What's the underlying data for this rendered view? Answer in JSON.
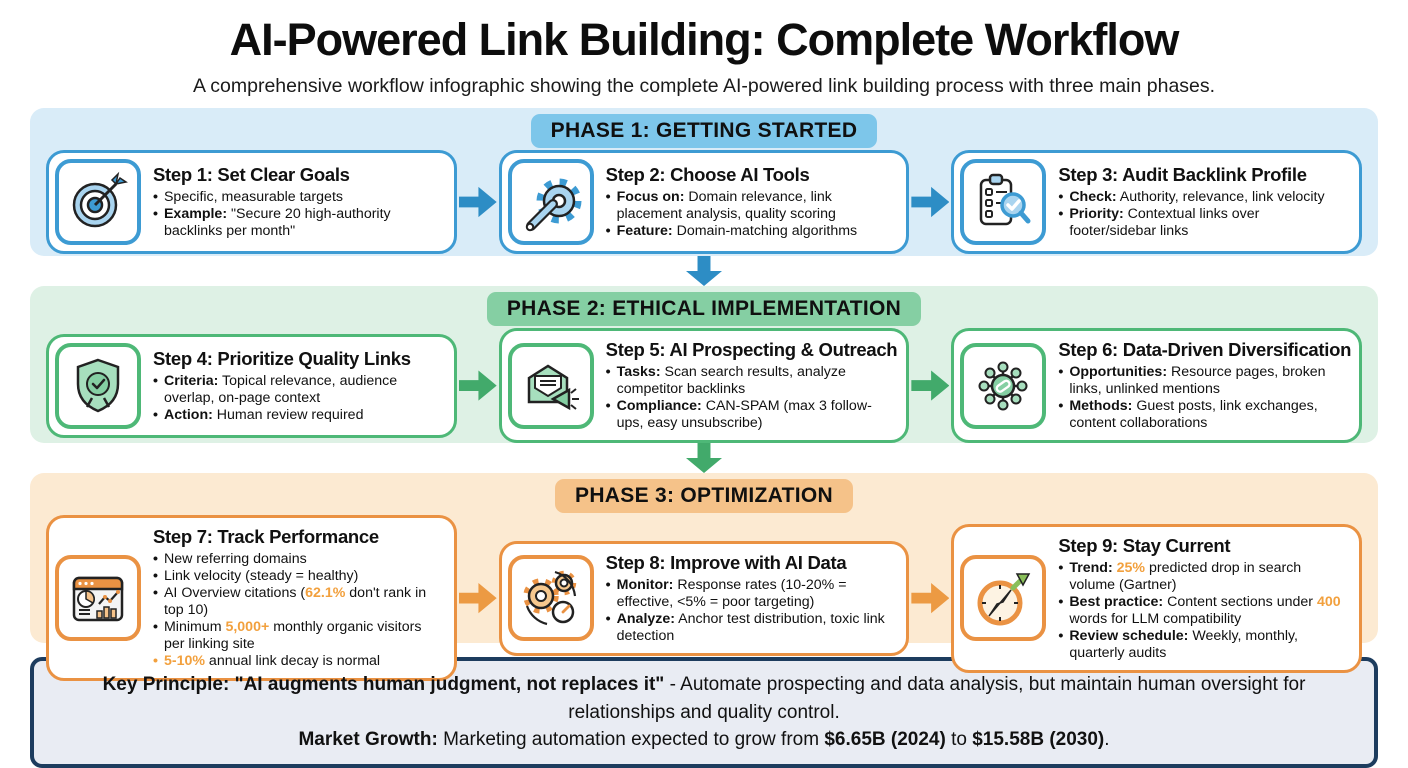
{
  "title": "AI-Powered Link Building: Complete Workflow",
  "subtitle": "A comprehensive workflow infographic showing the complete AI-powered link building process with three main phases.",
  "accent_color": "#f2a03d",
  "key_box": {
    "border_color": "#1d3c5e",
    "bg_color": "#e9ecf3",
    "lines": [
      {
        "segments": [
          {
            "t": "Key Principle: \"AI augments human judgment, not replaces it\"",
            "b": true
          },
          {
            "t": " - Automate prospecting and data analysis, but maintain human oversight for relationships and quality control."
          }
        ]
      },
      {
        "segments": [
          {
            "t": "Market Growth:",
            "b": true
          },
          {
            "t": " Marketing automation expected to grow from "
          },
          {
            "t": "$6.65B (2024)",
            "b": true
          },
          {
            "t": " to "
          },
          {
            "t": "$15.58B (2030)",
            "b": true
          },
          {
            "t": "."
          }
        ]
      }
    ]
  },
  "phases": [
    {
      "label": "PHASE 1: GETTING STARTED",
      "colors": {
        "band": "#d9ecf8",
        "pill": "#7dc6ea",
        "border": "#3d9bd3",
        "arrow": "#2d8dc5",
        "icon_light": "#a9d4ef"
      },
      "steps": [
        {
          "title": "Step 1: Set Clear Goals",
          "icon": "target-icon",
          "bullets": [
            {
              "segments": [
                {
                  "t": "Specific, measurable targets"
                }
              ]
            },
            {
              "segments": [
                {
                  "t": "Example:",
                  "b": true
                },
                {
                  "t": " \"Secure 20 high-authority backlinks per month\""
                }
              ]
            }
          ]
        },
        {
          "title": "Step 2: Choose AI Tools",
          "icon": "wrench-gear-icon",
          "bullets": [
            {
              "segments": [
                {
                  "t": "Focus on:",
                  "b": true
                },
                {
                  "t": " Domain relevance, link placement analysis, quality scoring"
                }
              ]
            },
            {
              "segments": [
                {
                  "t": "Feature:",
                  "b": true
                },
                {
                  "t": " Domain-matching algorithms"
                }
              ]
            }
          ]
        },
        {
          "title": "Step 3: Audit Backlink Profile",
          "icon": "clipboard-search-icon",
          "bullets": [
            {
              "segments": [
                {
                  "t": "Check:",
                  "b": true
                },
                {
                  "t": " Authority, relevance, link velocity"
                }
              ]
            },
            {
              "segments": [
                {
                  "t": "Priority:",
                  "b": true
                },
                {
                  "t": " Contextual links over footer/sidebar links"
                }
              ]
            }
          ]
        }
      ]
    },
    {
      "label": "PHASE 2: ETHICAL IMPLEMENTATION",
      "colors": {
        "band": "#def1e5",
        "pill": "#85cfa3",
        "border": "#4eb877",
        "arrow": "#42aa6b",
        "icon_light": "#a7dfbe"
      },
      "steps": [
        {
          "title": "Step 4: Prioritize Quality Links",
          "icon": "shield-badge-icon",
          "bullets": [
            {
              "segments": [
                {
                  "t": "Criteria:",
                  "b": true
                },
                {
                  "t": " Topical relevance, audience overlap, on-page context"
                }
              ]
            },
            {
              "segments": [
                {
                  "t": "Action:",
                  "b": true
                },
                {
                  "t": " Human review required"
                }
              ]
            }
          ]
        },
        {
          "title": "Step 5: AI Prospecting & Outreach",
          "icon": "email-megaphone-icon",
          "bullets": [
            {
              "segments": [
                {
                  "t": "Tasks:",
                  "b": true
                },
                {
                  "t": " Scan search results, analyze competitor backlinks"
                }
              ]
            },
            {
              "segments": [
                {
                  "t": "Compliance:",
                  "b": true
                },
                {
                  "t": " CAN-SPAM (max 3 follow-ups, easy unsubscribe)"
                }
              ]
            }
          ]
        },
        {
          "title": "Step 6: Data-Driven Diversification",
          "icon": "network-link-icon",
          "bullets": [
            {
              "segments": [
                {
                  "t": "Opportunities:",
                  "b": true
                },
                {
                  "t": " Resource pages, broken links, unlinked mentions"
                }
              ]
            },
            {
              "segments": [
                {
                  "t": "Methods:",
                  "b": true
                },
                {
                  "t": " Guest posts, link exchanges, content collaborations"
                }
              ]
            }
          ]
        }
      ]
    },
    {
      "label": "PHASE 3: OPTIMIZATION",
      "colors": {
        "band": "#fcead2",
        "pill": "#f5c289",
        "border": "#ea9243",
        "arrow": "#ec9a43",
        "icon_light": "#f6c88e"
      },
      "steps": [
        {
          "title": "Step 7: Track Performance",
          "icon": "analytics-dashboard-icon",
          "bullets": [
            {
              "segments": [
                {
                  "t": "New referring domains"
                }
              ]
            },
            {
              "segments": [
                {
                  "t": "Link velocity (steady = healthy)"
                }
              ]
            },
            {
              "segments": [
                {
                  "t": "AI Overview citations ("
                },
                {
                  "t": "62.1%",
                  "c": "accent"
                },
                {
                  "t": " don't rank in top 10)"
                }
              ]
            },
            {
              "segments": [
                {
                  "t": "Minimum "
                },
                {
                  "t": "5,000+",
                  "c": "accent"
                },
                {
                  "t": " monthly organic visitors per linking site"
                }
              ]
            },
            {
              "dot": "accent",
              "segments": [
                {
                  "t": "5-10%",
                  "c": "accent"
                },
                {
                  "t": " annual link decay is normal"
                }
              ]
            }
          ]
        },
        {
          "title": "Step 8: Improve with AI Data",
          "icon": "gears-gauge-icon",
          "bullets": [
            {
              "segments": [
                {
                  "t": "Monitor:",
                  "b": true
                },
                {
                  "t": " Response rates (10-20% = effective, <5% = poor targeting)"
                }
              ]
            },
            {
              "segments": [
                {
                  "t": "Analyze:",
                  "b": true
                },
                {
                  "t": " Anchor test distribution, toxic link detection"
                }
              ]
            }
          ]
        },
        {
          "title": "Step 9: Stay Current",
          "icon": "compass-icon",
          "bullets": [
            {
              "segments": [
                {
                  "t": "Trend:",
                  "b": true
                },
                {
                  "t": " "
                },
                {
                  "t": "25%",
                  "c": "accent"
                },
                {
                  "t": " predicted drop in search volume (Gartner)"
                }
              ]
            },
            {
              "segments": [
                {
                  "t": "Best practice:",
                  "b": true
                },
                {
                  "t": " Content sections under "
                },
                {
                  "t": "400",
                  "c": "accent"
                },
                {
                  "t": " words for LLM compatibility"
                }
              ]
            },
            {
              "segments": [
                {
                  "t": "Review schedule:",
                  "b": true
                },
                {
                  "t": " Weekly, monthly, quarterly audits"
                }
              ]
            }
          ]
        }
      ]
    }
  ]
}
